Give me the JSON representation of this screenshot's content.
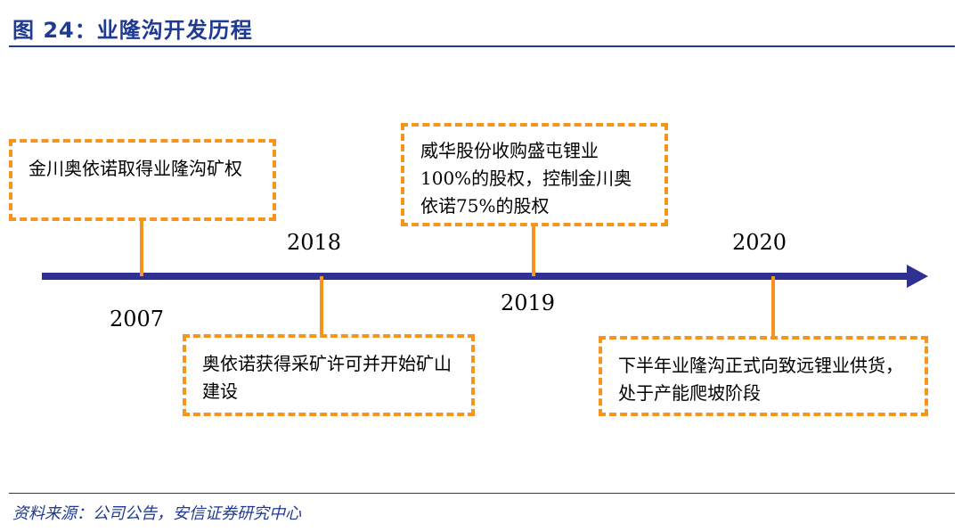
{
  "header": {
    "title": "图 24：业隆沟开发历程"
  },
  "timeline": {
    "events": [
      {
        "year": "2007",
        "text": "金川奥依诺取得业隆沟矿权"
      },
      {
        "year": "2018",
        "text": "奥依诺获得采矿许可并开始矿山建设"
      },
      {
        "year": "2019",
        "text": "威华股份收购盛屯锂业100%的股权，控制金川奥依诺75%的股权"
      },
      {
        "year": "2020",
        "text": "下半年业隆沟正式向致远锂业供货，处于产能爬坡阶段"
      }
    ]
  },
  "footer": {
    "source": "资料来源：公司公告，安信证券研究中心"
  },
  "colors": {
    "axis": "#2e3192",
    "box_border": "#f7941d",
    "title": "#1f3a93"
  }
}
